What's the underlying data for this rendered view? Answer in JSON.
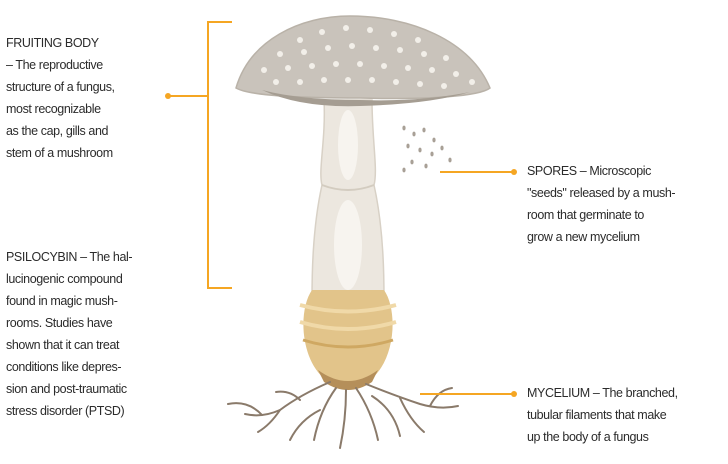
{
  "labels": {
    "fruiting_body": [
      "FRUITING BODY",
      "– The reproductive",
      "structure of a fungus,",
      "most recognizable",
      "as the cap, gills and",
      "stem of a mushroom"
    ],
    "psilocybin": [
      "PSILOCYBIN – The hal-",
      "lucinogenic compound",
      "found in magic mush-",
      "rooms. Studies have",
      "shown that it can treat",
      "conditions like depres-",
      "sion and post-traumatic",
      "stress disorder (PTSD)"
    ],
    "spores": [
      "SPORES – Microscopic",
      "\"seeds\" released by a mush-",
      "room that germinate to",
      "grow a new mycelium"
    ],
    "mycelium": [
      "MYCELIUM – The branched,",
      "tubular filaments that make",
      "up the body of a fungus"
    ]
  },
  "colors": {
    "accent": "#f5a623",
    "cap": "#c9c3bb",
    "cap_spots": "#f2efe9",
    "stem": "#ece7df",
    "volva": "#e2c48a",
    "roots": "#8a7a6a",
    "text": "#2b2b2b"
  }
}
